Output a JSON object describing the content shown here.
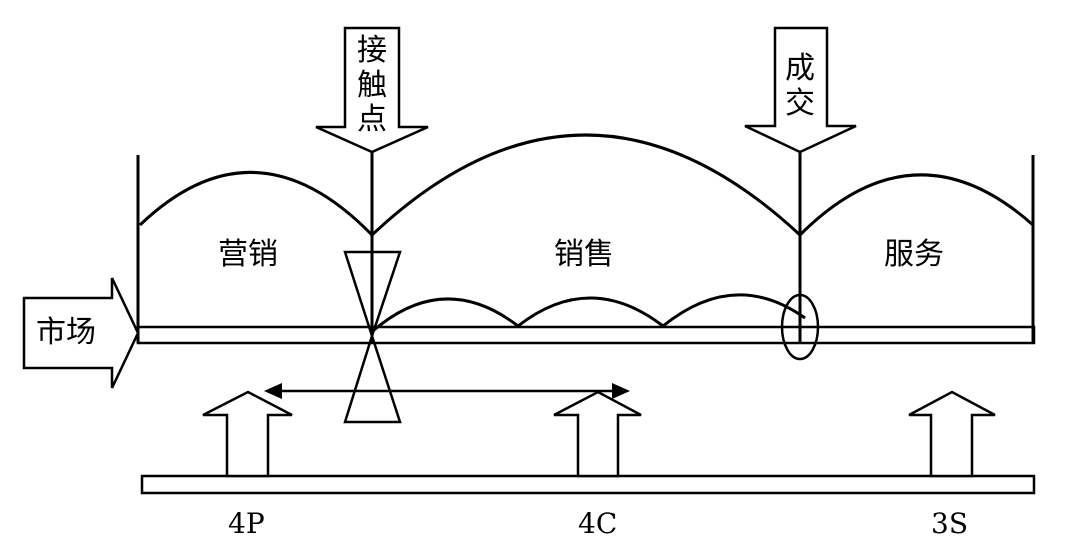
{
  "labels": {
    "touchpoint": "接触点",
    "deal": "成交",
    "market": "市场",
    "marketing": "营销",
    "sales": "销售",
    "service": "服务",
    "p4": "4P",
    "c4": "4C",
    "s3": "3S"
  },
  "colors": {
    "ink": "#000000",
    "background": "#ffffff"
  }
}
